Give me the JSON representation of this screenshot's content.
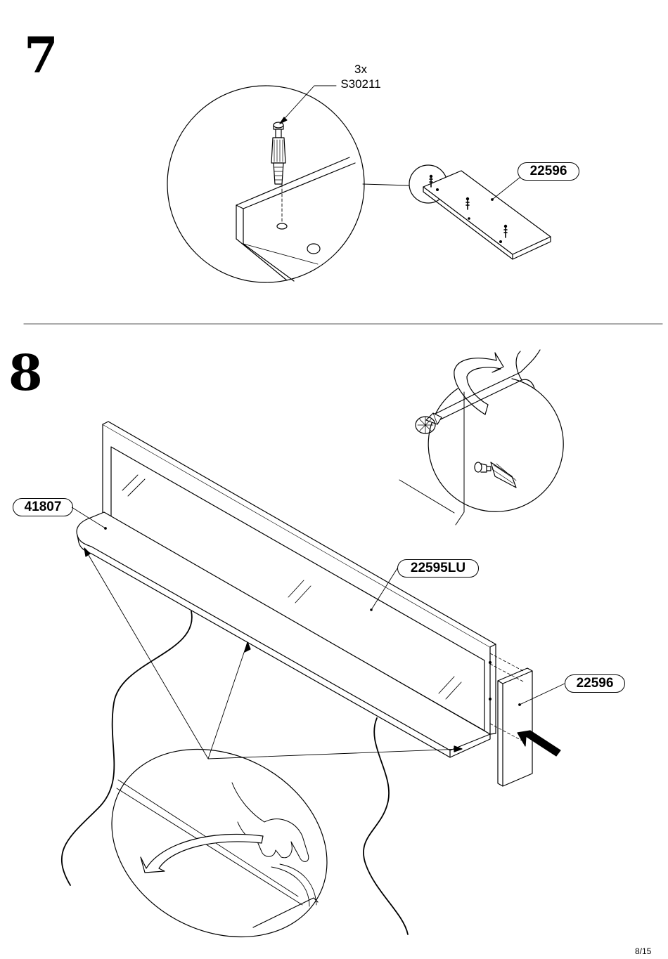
{
  "step7": {
    "number": "7",
    "hardware_qty": "3x",
    "hardware_code": "S30211",
    "part_label": "22596"
  },
  "step8": {
    "number": "8",
    "label_shelf": "41807",
    "label_panel": "22595LU",
    "label_side": "22596"
  },
  "footer": {
    "page": "8/15"
  }
}
